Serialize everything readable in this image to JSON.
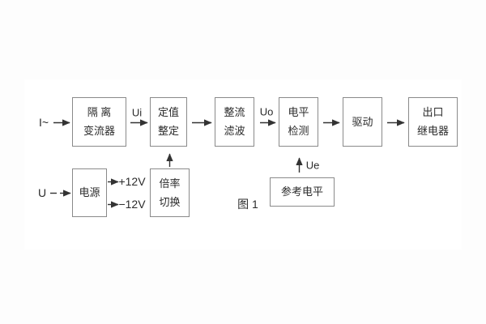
{
  "figure": {
    "caption": "图 1"
  },
  "signal_labels": {
    "current_input": "I~",
    "voltage_input": "U",
    "ui": "Ui",
    "uo": "Uo",
    "ue": "Ue",
    "plus_12v": "+12V",
    "minus_12v": "−12V"
  },
  "blocks": {
    "isolation_transformer": {
      "line1": "隔 离",
      "line2": "变流器"
    },
    "setpoint_adjust": {
      "line1": "定值",
      "line2": "整定"
    },
    "rectify_filter": {
      "line1": "整流",
      "line2": "滤波"
    },
    "level_detect": {
      "line1": "电平",
      "line2": "检测"
    },
    "drive": {
      "label": "驱动"
    },
    "output_relay": {
      "line1": "出口",
      "line2": "继电器"
    },
    "power_supply": {
      "label": "电源"
    },
    "ratio_switch": {
      "line1": "倍率",
      "line2": "切换"
    },
    "reference_level": {
      "label": "参考电平"
    }
  },
  "colors": {
    "background": "#fdfdfd",
    "box_border": "#8a8a8a",
    "text": "#2b2b2b",
    "connector": "#333333"
  }
}
